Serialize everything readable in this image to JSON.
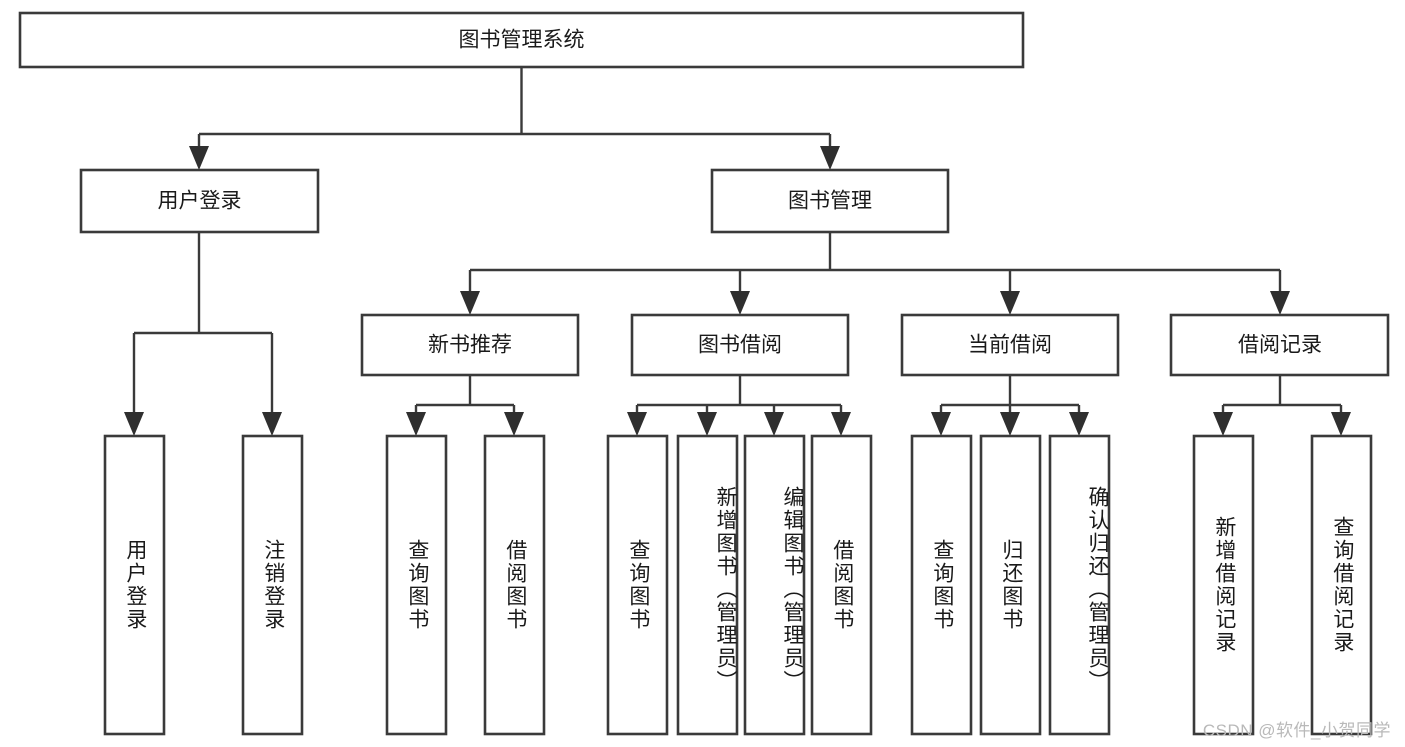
{
  "diagram": {
    "title": "图书管理系统",
    "type": "tree",
    "root": {
      "id": "root",
      "label": "图书管理系统",
      "level": 0
    },
    "levels": {
      "level1": [
        {
          "id": "user-login",
          "label": "用户登录"
        },
        {
          "id": "book-manage",
          "label": "图书管理"
        }
      ],
      "level2": [
        {
          "id": "new-book-rec",
          "label": "新书推荐",
          "parent": "book-manage"
        },
        {
          "id": "book-borrow",
          "label": "图书借阅",
          "parent": "book-manage"
        },
        {
          "id": "current-borrow",
          "label": "当前借阅",
          "parent": "book-manage"
        },
        {
          "id": "borrow-record",
          "label": "借阅记录",
          "parent": "book-manage"
        }
      ],
      "leaves": [
        {
          "id": "leaf-user-login",
          "label": "用户登录",
          "parent": "user-login"
        },
        {
          "id": "leaf-logout-login",
          "label": "注销登录",
          "parent": "user-login"
        },
        {
          "id": "leaf-query-book-1",
          "label": "查询图书",
          "parent": "new-book-rec"
        },
        {
          "id": "leaf-borrow-book-1",
          "label": "借阅图书",
          "parent": "new-book-rec"
        },
        {
          "id": "leaf-query-book-2",
          "label": "查询图书",
          "parent": "book-borrow"
        },
        {
          "id": "leaf-add-book",
          "label": "新增图书（管理员）",
          "parent": "book-borrow"
        },
        {
          "id": "leaf-edit-book",
          "label": "编辑图书（管理员）",
          "parent": "book-borrow"
        },
        {
          "id": "leaf-borrow-book-2",
          "label": "借阅图书",
          "parent": "book-borrow"
        },
        {
          "id": "leaf-query-book-3",
          "label": "查询图书",
          "parent": "current-borrow"
        },
        {
          "id": "leaf-return-book",
          "label": "归还图书",
          "parent": "current-borrow"
        },
        {
          "id": "leaf-confirm-return",
          "label": "确认归还（管理员）",
          "parent": "current-borrow"
        },
        {
          "id": "leaf-add-record",
          "label": "新增借阅记录",
          "parent": "borrow-record"
        },
        {
          "id": "leaf-query-record",
          "label": "查询借阅记录",
          "parent": "borrow-record"
        }
      ]
    },
    "colors": {
      "box_stroke": "#3a3a3a",
      "box_fill": "#ffffff",
      "connector": "#3a3a3a",
      "text": "#1a1a1a",
      "background": "#ffffff",
      "watermark": "#b9b9b9"
    }
  },
  "watermark": {
    "text": "CSDN @软件_小贺同学"
  }
}
